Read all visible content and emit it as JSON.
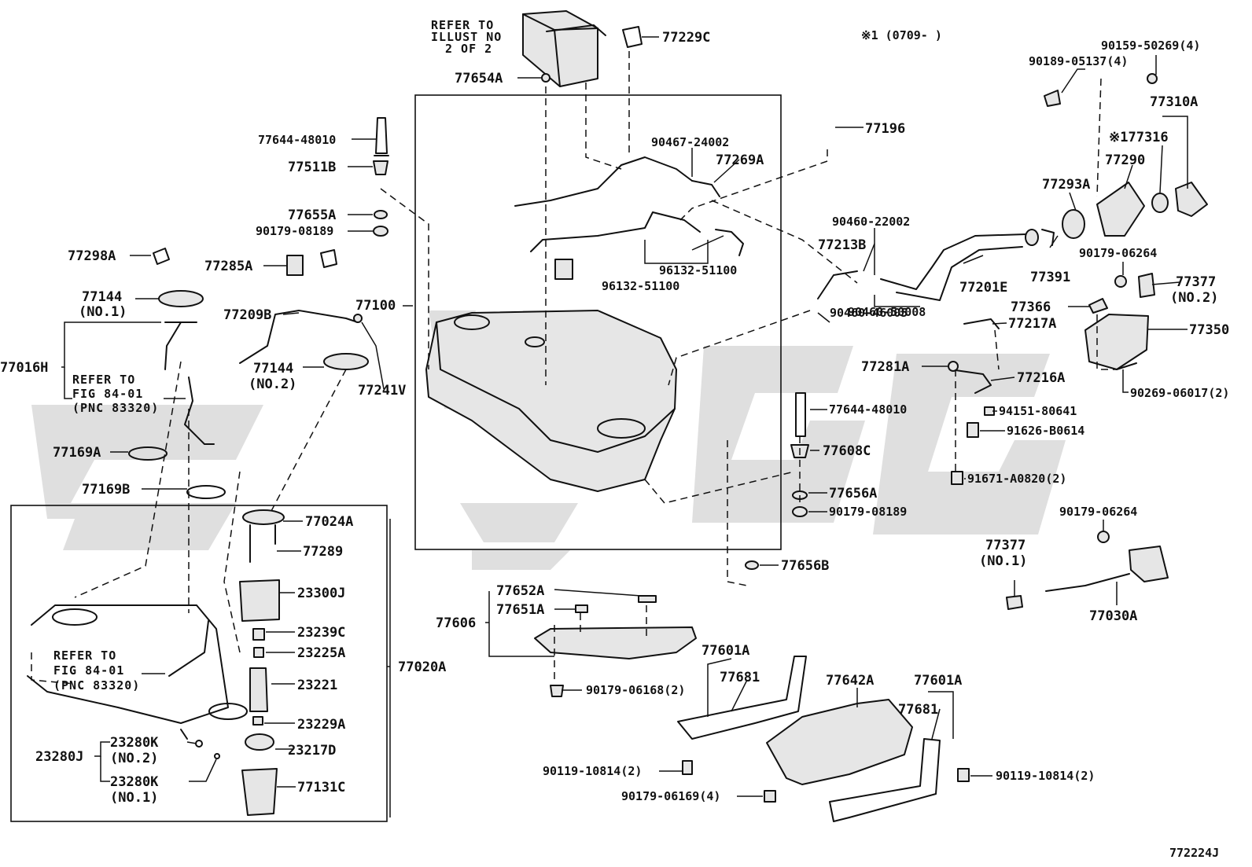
{
  "diagram_id": "772224J",
  "footnote": "※1 (0709-      )",
  "refer_notes": {
    "illust": [
      "REFER TO",
      "ILLUST NO",
      "2 OF 2"
    ],
    "fig_top": [
      "REFER TO",
      "FIG 84-01",
      "(PNC 83320)"
    ],
    "fig_bottom": [
      "REFER TO",
      "FIG 84-01",
      "(PNC 83320)"
    ]
  },
  "labels": {
    "p77229C": "77229C",
    "p77654A": "77654A",
    "p77644_48010_top": "77644-48010",
    "p77511B": "77511B",
    "p77655A": "77655A",
    "p90179_08189_top": "90179-08189",
    "p77298A": "77298A",
    "p77285A": "77285A",
    "p77144_1": "77144",
    "no1_a": "(NO.1)",
    "p77016H": "77016H",
    "p77209B": "77209B",
    "p77100": "77100",
    "p77144_2": "77144",
    "no2_a": "(NO.2)",
    "p77241V": "77241V",
    "p77169A": "77169A",
    "p77169B": "77169B",
    "p90467_24002": "90467-24002",
    "p77269A": "77269A",
    "p96132_51100_a": "96132-51100",
    "p96132_51100_b": "96132-51100",
    "p77196": "77196",
    "p90460_22002": "90460-22002",
    "p77213B": "77213B",
    "p90460_46005": "90460-46005",
    "p90460_50008": "90460-50008",
    "p77201E": "77201E",
    "p77391": "77391",
    "p77293A": "77293A",
    "p77290": "77290",
    "p77316": "※177316",
    "p77310A": "77310A",
    "p90159_50269": "90159-50269(4)",
    "p90189_05137": "90189-05137(4)",
    "p90179_06264_a": "90179-06264",
    "p77377_2": "77377",
    "no2_b": "(NO.2)",
    "p77366": "77366",
    "p77350": "77350",
    "p77217A": "77217A",
    "p77281A": "77281A",
    "p77216A": "77216A",
    "p90269_06017": "90269-06017(2)",
    "p94151_80641": "94151-80641",
    "p91626_B0614": "91626-B0614",
    "p91671_A0820": "91671-A0820(2)",
    "p77644_48010_mid": "77644-48010",
    "p77608C": "77608C",
    "p77656A": "77656A",
    "p90179_08189_mid": "90179-08189",
    "p77656B": "77656B",
    "p90179_06264_b": "90179-06264",
    "p77377_1": "77377",
    "no1_b": "(NO.1)",
    "p77030A": "77030A",
    "p77024A": "77024A",
    "p77289": "77289",
    "p23300J": "23300J",
    "p23239C": "23239C",
    "p23225A": "23225A",
    "p77020A": "77020A",
    "p23221": "23221",
    "p23229A": "23229A",
    "p23280J": "23280J",
    "p23280K_2": "23280K",
    "no2_c": "(NO.2)",
    "p23280K_1": "23280K",
    "no1_c": "(NO.1)",
    "p23217D": "23217D",
    "p77131C": "77131C",
    "p77652A": "77652A",
    "p77651A": "77651A",
    "p77606": "77606",
    "p90179_06168": "90179-06168(2)",
    "p77601A_a": "77601A",
    "p77681_a": "77681",
    "p77642A": "77642A",
    "p77601A_b": "77601A",
    "p77681_b": "77681",
    "p90119_10814_a": "90119-10814(2)",
    "p90179_06169": "90179-06169(4)",
    "p90119_10814_b": "90119-10814(2)"
  }
}
